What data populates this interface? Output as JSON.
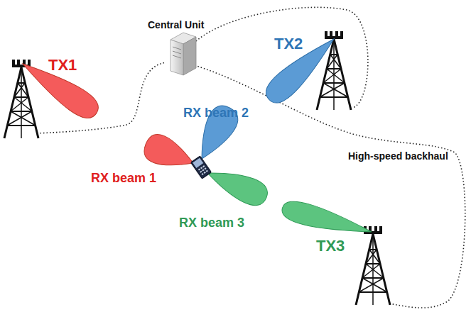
{
  "diagram": {
    "labels": [
      "Central Unit",
      "TX1",
      "TX2",
      "RX beam 2",
      "RX beam 1",
      "High-speed backhaul",
      "RX beam 3",
      "TX3"
    ]
  }
}
